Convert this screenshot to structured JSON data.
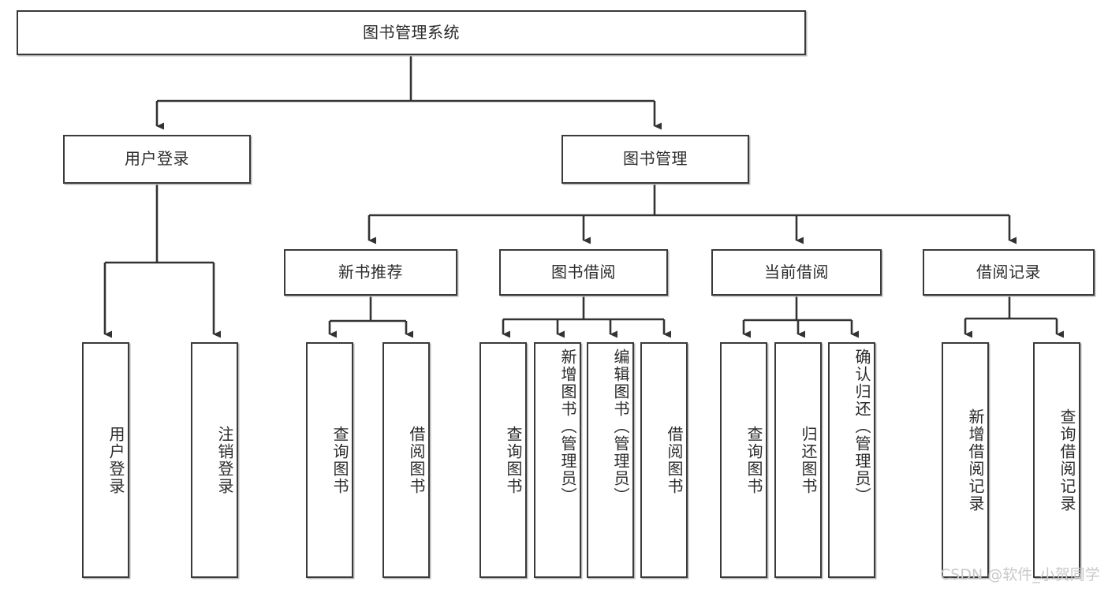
{
  "diagram": {
    "title": "图书管理系统",
    "type": "tree-hierarchy",
    "watermark": "CSDN @软件_小贺同学",
    "colors": {
      "box_stroke": "#3a3a3a",
      "box_fill": "#ffffff",
      "connector": "#333333",
      "text": "#2b2b2b",
      "watermark": "#c9c9c9"
    },
    "root": {
      "label": "图书管理系统"
    },
    "level2": [
      {
        "label": "用户登录"
      },
      {
        "label": "图书管理"
      }
    ],
    "level3": [
      {
        "label": "新书推荐"
      },
      {
        "label": "图书借阅"
      },
      {
        "label": "当前借阅"
      },
      {
        "label": "借阅记录"
      }
    ],
    "leaves": {
      "user_login": [
        {
          "label": "用户登录"
        },
        {
          "label": "注销登录"
        }
      ],
      "new_book_recommend": [
        {
          "label": "查询图书"
        },
        {
          "label": "借阅图书"
        }
      ],
      "book_borrow": [
        {
          "label": "查询图书"
        },
        {
          "label": "新增图书（管理员）"
        },
        {
          "label": "编辑图书（管理员）"
        },
        {
          "label": "借阅图书"
        }
      ],
      "current_borrow": [
        {
          "label": "查询图书"
        },
        {
          "label": "归还图书"
        },
        {
          "label": "确认归还（管理员）"
        }
      ],
      "borrow_record": [
        {
          "label": "新增借阅记录"
        },
        {
          "label": "查询借阅记录"
        }
      ]
    }
  }
}
